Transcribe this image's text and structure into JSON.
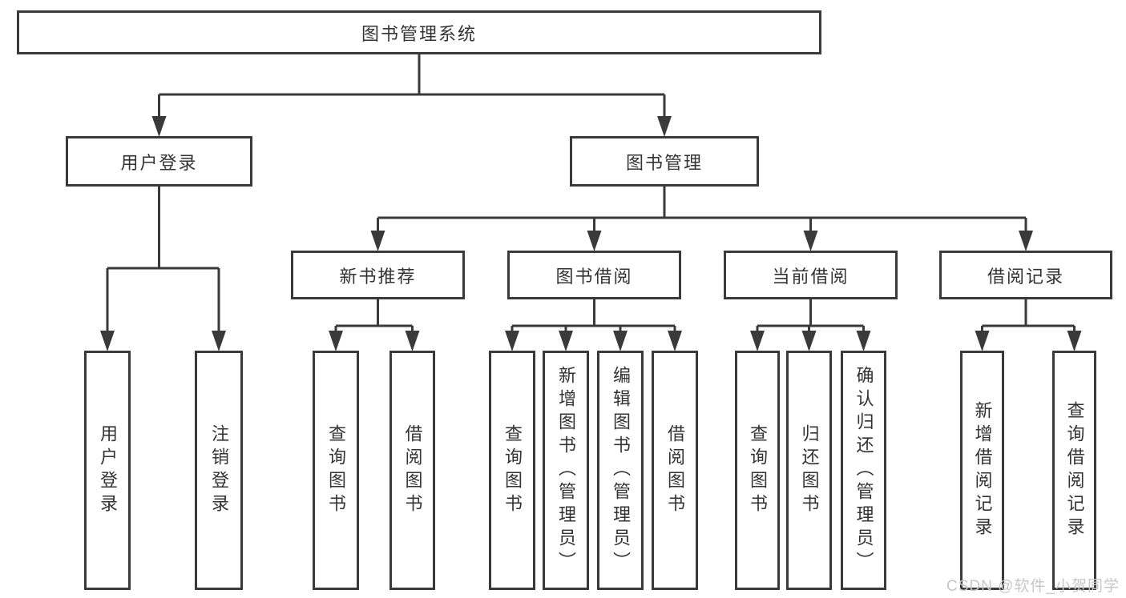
{
  "diagram": {
    "root": {
      "id": "root",
      "label": "图书管理系统",
      "children": [
        {
          "id": "user-login",
          "label": "用户登录",
          "children": [
            {
              "id": "login-leaf",
              "label": "用户登录"
            },
            {
              "id": "logout-leaf",
              "label": "注销登录"
            }
          ]
        },
        {
          "id": "book-mgmt",
          "label": "图书管理",
          "children": [
            {
              "id": "new-book-rec",
              "label": "新书推荐",
              "children": [
                {
                  "id": "nbr-query",
                  "label": "查询图书"
                },
                {
                  "id": "nbr-borrow",
                  "label": "借阅图书"
                }
              ]
            },
            {
              "id": "book-borrow",
              "label": "图书借阅",
              "children": [
                {
                  "id": "bb-query",
                  "label": "查询图书"
                },
                {
                  "id": "bb-add",
                  "label": "新增图书（管理员）"
                },
                {
                  "id": "bb-edit",
                  "label": "编辑图书（管理员）"
                },
                {
                  "id": "bb-borrow",
                  "label": "借阅图书"
                }
              ]
            },
            {
              "id": "current-borrow",
              "label": "当前借阅",
              "children": [
                {
                  "id": "cb-query",
                  "label": "查询图书"
                },
                {
                  "id": "cb-return",
                  "label": "归还图书"
                },
                {
                  "id": "cb-confirm",
                  "label": "确认归还（管理员）"
                }
              ]
            },
            {
              "id": "borrow-records",
              "label": "借阅记录",
              "children": [
                {
                  "id": "br-add",
                  "label": "新增借阅记录"
                },
                {
                  "id": "br-query",
                  "label": "查询借阅记录"
                }
              ]
            }
          ]
        }
      ]
    },
    "line_color": "#3a3a3a",
    "text_color": "#333333",
    "watermark_color": "#c7c7c7"
  },
  "watermark": {
    "text": "CSDN @软件_小贺同学"
  }
}
